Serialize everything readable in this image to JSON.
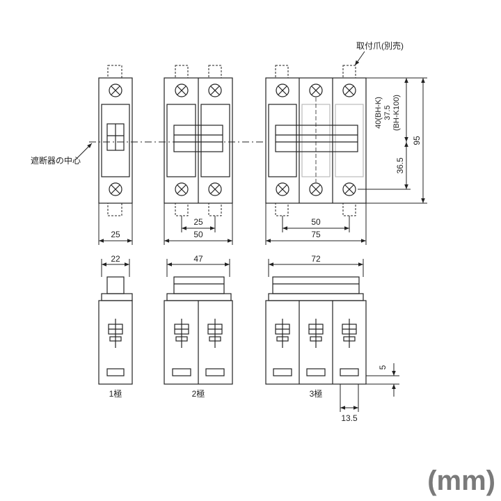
{
  "labels": {
    "mounting_claw": "取付爪(別売)",
    "breaker_center": "遮断器の中心",
    "pole1": "1極",
    "pole2": "2極",
    "pole3": "3極",
    "unit": "(mm)"
  },
  "dimensions": {
    "width_1p": "25",
    "pitch_2p": "25",
    "width_2p": "50",
    "pitch_3p": "50",
    "width_3p": "75",
    "depth_1p": "22",
    "depth_2p": "47",
    "depth_3p": "72",
    "height_total": "95",
    "height_lower": "36.5",
    "height_upper_line1": "40(BH-K)",
    "height_upper_line2": "37.5",
    "height_upper_line3": "(BH-K100)",
    "slot_height": "5",
    "slot_width": "13.5"
  }
}
